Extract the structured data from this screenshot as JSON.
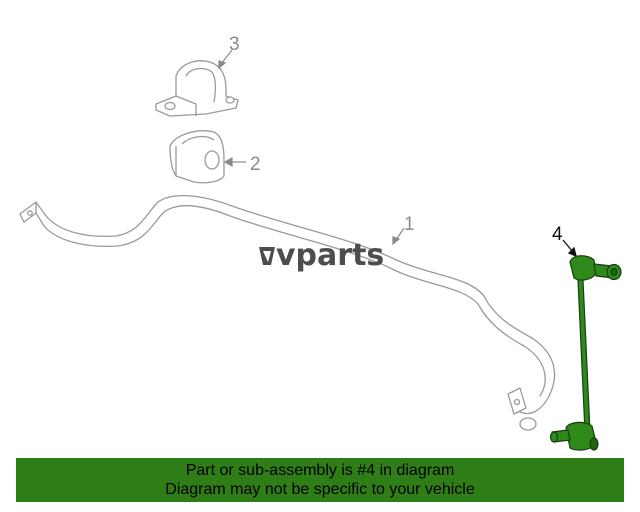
{
  "callouts": {
    "one": "1",
    "two": "2",
    "three": "3",
    "four": "4"
  },
  "brand": {
    "logo_text": "vparts"
  },
  "banner": {
    "line1": "Part or sub-assembly is #4 in diagram",
    "line2": "Diagram may not be specific to your vehicle"
  },
  "colors": {
    "highlight": "#2e8a1a",
    "banner_bg": "#2e7d16",
    "line_art": "#9a9a9a"
  }
}
